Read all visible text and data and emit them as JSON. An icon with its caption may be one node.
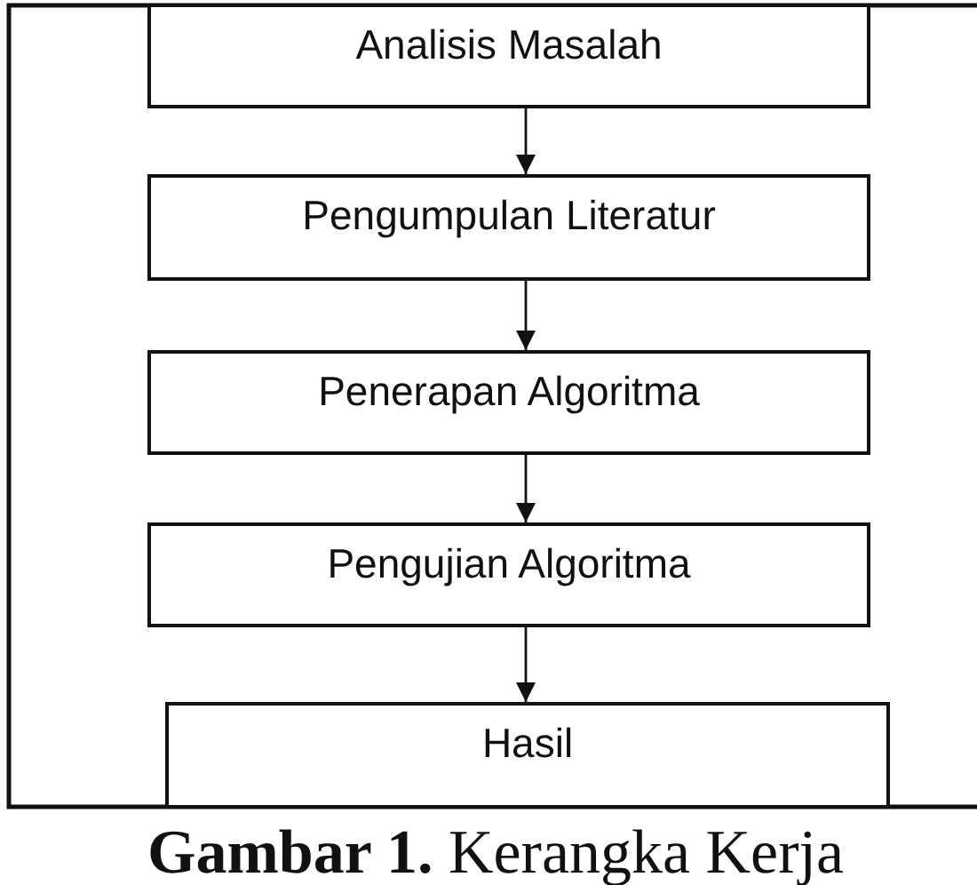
{
  "diagram": {
    "caption": "**Gambar 1.** Kerangka Kerja",
    "nodes": [
      {
        "text": [
          "Analisis Masalah"
        ]
      },
      {
        "text": [
          "Pengumpulan Literatur"
        ]
      },
      {
        "text": [
          "Penerapan Algoritma"
        ]
      },
      {
        "text": [
          "Pengujian Algoritma"
        ]
      },
      {
        "text": [
          "Hasil"
        ]
      }
    ],
    "edges": [
      {
        "from": 0,
        "to": 1,
        "arrow": "to"
      },
      {
        "from": 1,
        "to": 2,
        "arrow": "to"
      },
      {
        "from": 2,
        "to": 3,
        "arrow": "to"
      },
      {
        "from": 3,
        "to": 4,
        "arrow": "to"
      }
    ]
  }
}
